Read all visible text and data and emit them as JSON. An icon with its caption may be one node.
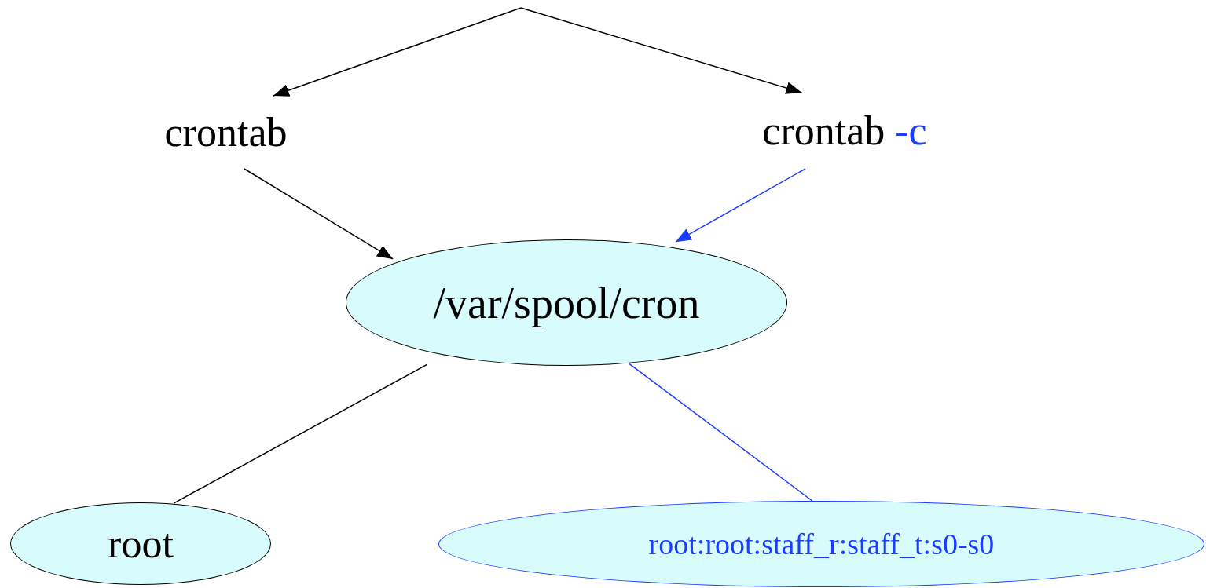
{
  "diagram": {
    "nodes": [
      {
        "text": [
          "crontab"
        ]
      },
      {
        "text": [
          "crontab",
          "-c"
        ]
      },
      {
        "text": [
          "/var/spool/cron"
        ]
      },
      {
        "text": [
          "root"
        ]
      },
      {
        "text": [
          "root:root:staff_r:staff_t:s0-s0"
        ]
      }
    ],
    "edges": [
      {
        "from": null,
        "to": 0,
        "arrow": "to"
      },
      {
        "from": null,
        "to": 1,
        "arrow": "to"
      },
      {
        "from": 0,
        "to": 2,
        "arrow": "to"
      },
      {
        "from": 1,
        "to": 2,
        "arrow": "to",
        "color": "#1a3cff"
      },
      {
        "from": 2,
        "to": 3,
        "arrow": "none"
      },
      {
        "from": 2,
        "to": 4,
        "arrow": "none",
        "color": "#1a3cff"
      }
    ]
  }
}
